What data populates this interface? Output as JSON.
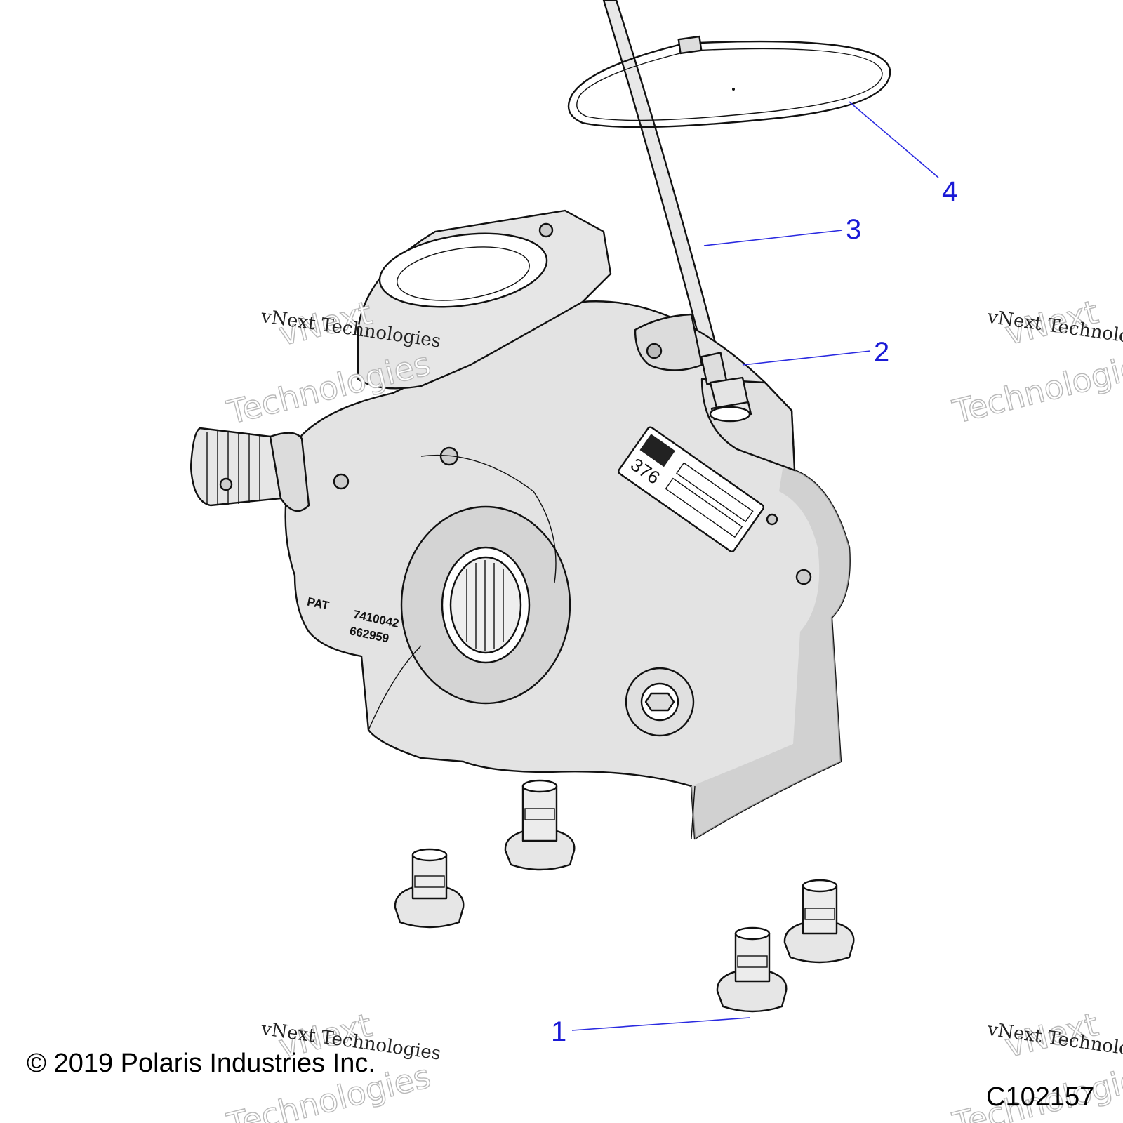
{
  "callouts": [
    {
      "number": "1"
    },
    {
      "number": "2"
    },
    {
      "number": "3"
    },
    {
      "number": "4"
    }
  ],
  "casting": {
    "patent_line1": "PAT",
    "patent_line2": "7410042",
    "patent_line3": "662959",
    "tag_number": "376"
  },
  "watermark": {
    "outline_line1": "vNext",
    "outline_line2": "Technologies",
    "serif_line": "vNext Technologies"
  },
  "footer": {
    "copyright": "© 2019 Polaris Industries Inc.",
    "figure_id": "C102157"
  },
  "colors": {
    "callout": "#1a1ad6",
    "housing_fill": "#e3e3e3",
    "housing_shadow": "#c9c9c9"
  }
}
